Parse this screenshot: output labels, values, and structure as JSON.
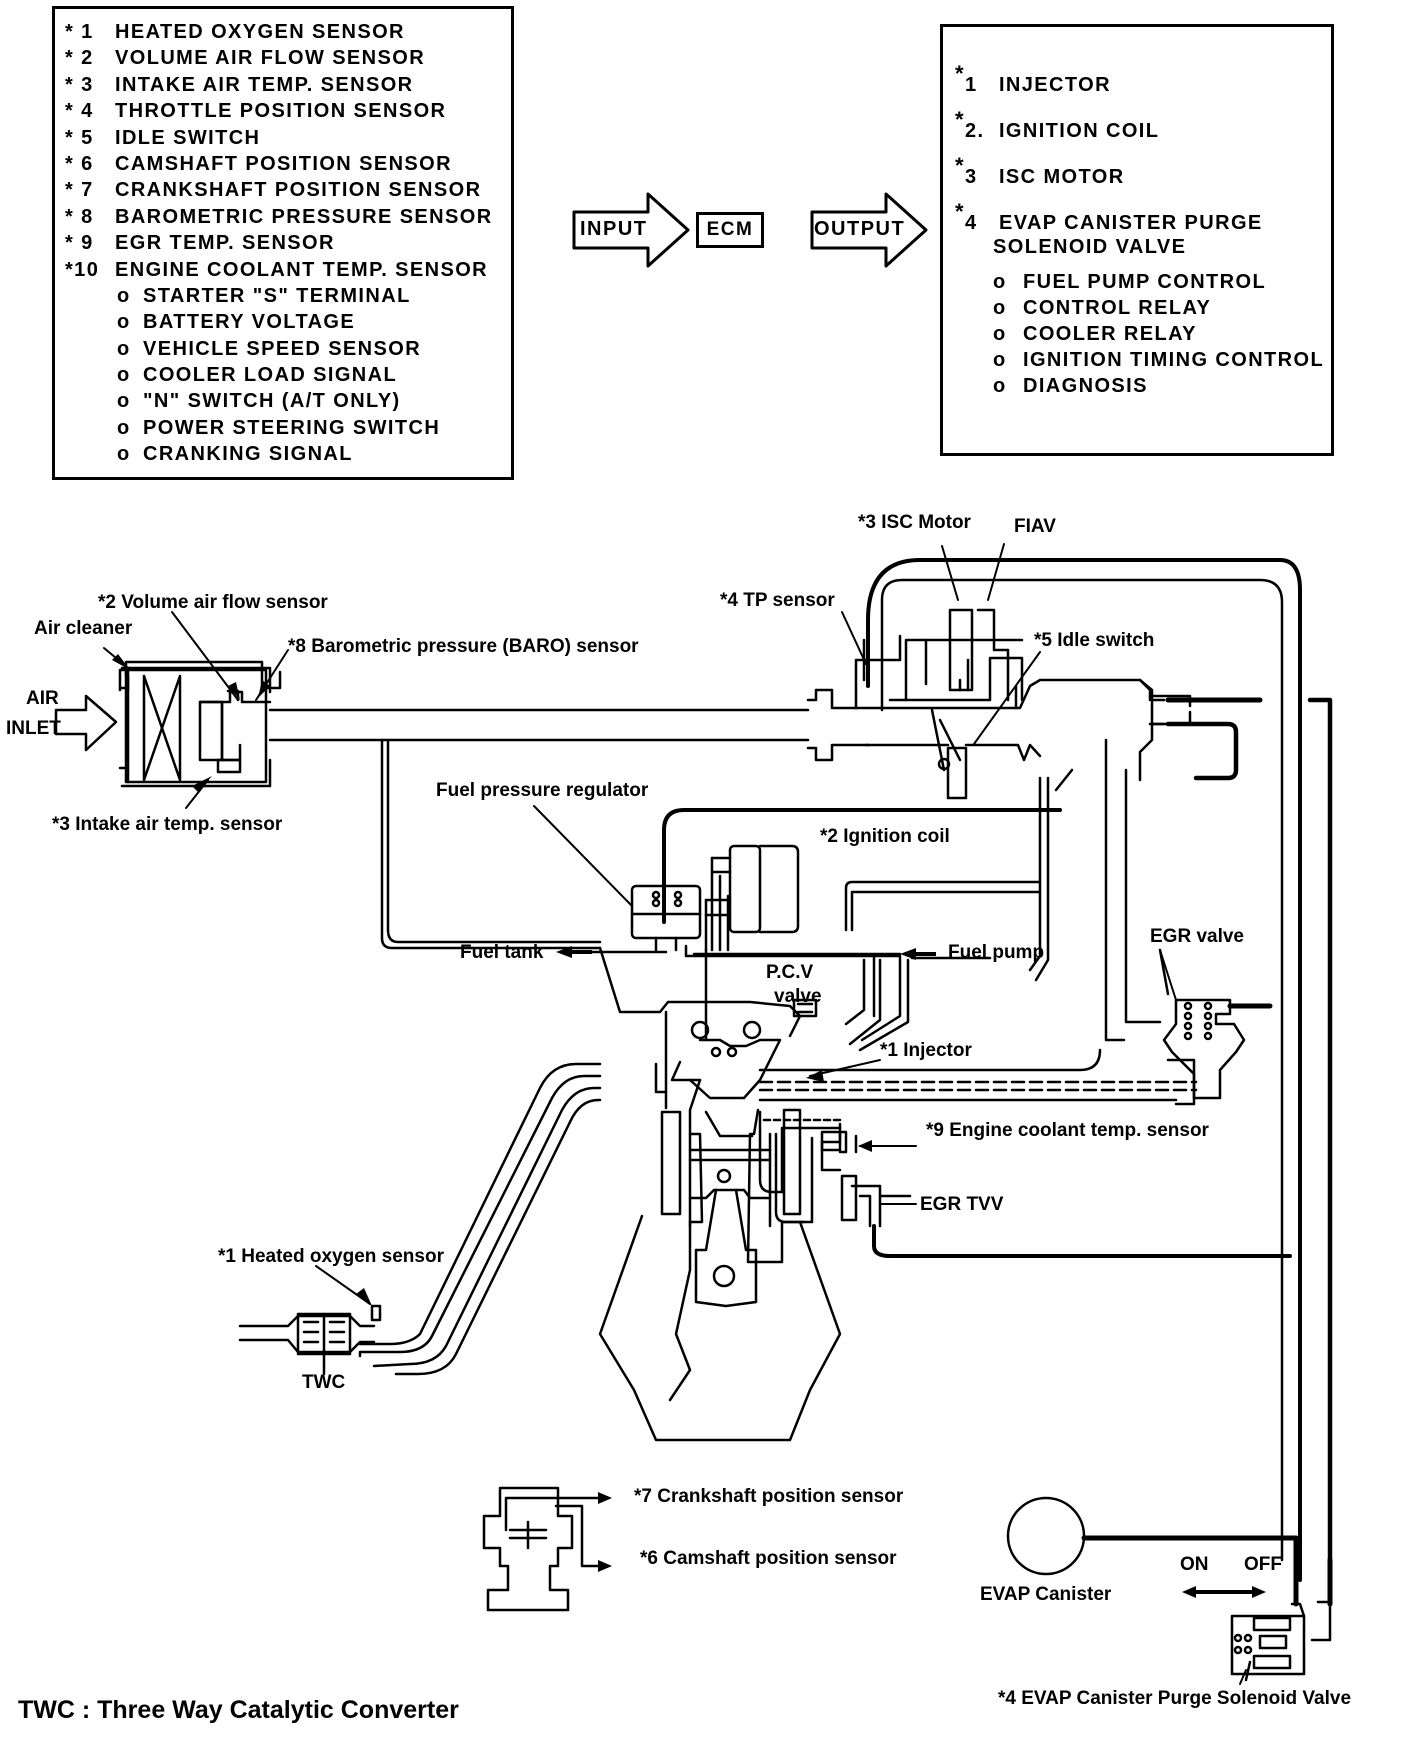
{
  "input_list": {
    "numbered": [
      {
        "num": "* 1",
        "label": "HEATED OXYGEN SENSOR"
      },
      {
        "num": "* 2",
        "label": "VOLUME AIR FLOW SENSOR"
      },
      {
        "num": "* 3",
        "label": "INTAKE AIR TEMP. SENSOR"
      },
      {
        "num": "* 4",
        "label": "THROTTLE POSITION SENSOR"
      },
      {
        "num": "* 5",
        "label": "IDLE SWITCH"
      },
      {
        "num": "* 6",
        "label": "CAMSHAFT POSITION SENSOR"
      },
      {
        "num": "* 7",
        "label": "CRANKSHAFT POSITION SENSOR"
      },
      {
        "num": "* 8",
        "label": "BAROMETRIC PRESSURE SENSOR"
      },
      {
        "num": "* 9",
        "label": "EGR TEMP. SENSOR"
      },
      {
        "num": "*10",
        "label": "ENGINE COOLANT TEMP. SENSOR"
      }
    ],
    "bullet": "o",
    "extra": [
      "STARTER \"S\" TERMINAL",
      "BATTERY VOLTAGE",
      "VEHICLE SPEED SENSOR",
      "COOLER LOAD SIGNAL",
      "\"N\" SWITCH (A/T ONLY)",
      "POWER STEERING SWITCH",
      "CRANKING SIGNAL"
    ]
  },
  "flow": {
    "input": "INPUT",
    "ecm": "ECM",
    "output": "OUTPUT"
  },
  "output_list": {
    "star": "*",
    "numbered": [
      {
        "num": "1",
        "label": "INJECTOR"
      },
      {
        "num": "2.",
        "label": "IGNITION COIL"
      },
      {
        "num": "3",
        "label": "ISC MOTOR"
      },
      {
        "num": "4",
        "label": "EVAP CANISTER PURGE"
      }
    ],
    "continuation": "SOLENOID VALVE",
    "bullet": "o",
    "extra": [
      "FUEL PUMP CONTROL",
      "CONTROL RELAY",
      "COOLER RELAY",
      "IGNITION TIMING CONTROL",
      "DIAGNOSIS"
    ]
  },
  "diagram_labels": {
    "isc_motor": "*3 ISC Motor",
    "fiav": "FIAV",
    "tp_sensor": "*4 TP sensor",
    "idle_switch": "*5 Idle switch",
    "vaf_sensor": "*2 Volume air flow sensor",
    "air_cleaner": "Air cleaner",
    "baro_sensor": "*8 Barometric pressure (BARO) sensor",
    "air_inlet_1": "AIR",
    "air_inlet_2": "INLET",
    "intake_air_temp": "*3 Intake air temp. sensor",
    "fuel_pressure_regulator": "Fuel pressure regulator",
    "ignition_coil": "*2 Ignition coil",
    "fuel_tank": "Fuel tank",
    "fuel_pump": "Fuel pump",
    "pcv_valve_1": "P.C.V",
    "pcv_valve_2": "valve",
    "egr_valve": "EGR valve",
    "injector": "*1 Injector",
    "coolant_temp": "*9 Engine coolant temp. sensor",
    "egr_tvv": "EGR TVV",
    "heated_oxygen": "*1 Heated oxygen sensor",
    "twc": "TWC",
    "crankshaft": "*7 Crankshaft position sensor",
    "camshaft": "*6 Camshaft position sensor",
    "evap_canister": "EVAP Canister",
    "on": "ON",
    "off": "OFF",
    "evap_purge_valve": "*4 EVAP Canister Purge Solenoid Valve"
  },
  "footer": "TWC : Three Way Catalytic Converter"
}
